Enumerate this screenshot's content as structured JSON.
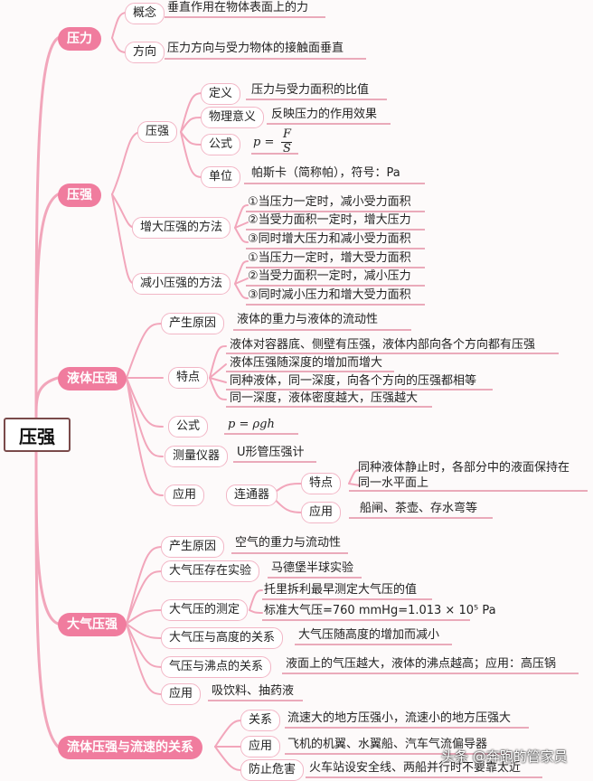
{
  "root": "压强",
  "branches": {
    "pressure": {
      "title": "压力",
      "concept_label": "概念",
      "concept_text": "垂直作用在物体表面上的力",
      "direction_label": "方向",
      "direction_text": "压力方向与受力物体的接触面垂直"
    },
    "press": {
      "title": "压强",
      "p_label": "压强",
      "def_label": "定义",
      "def_text": "压力与受力面积的比值",
      "phys_label": "物理意义",
      "phys_text": "反映压力的作用效果",
      "formula_label": "公式",
      "formula_p": "p =",
      "formula_num": "F",
      "formula_den": "S",
      "unit_label": "单位",
      "unit_text": "帕斯卡（简称帕），符号：Pa",
      "inc_label": "增大压强的方法",
      "inc_items": [
        "①当压力一定时，减小受力面积",
        "②当受力面积一定时，增大压力",
        "③同时增大压力和减小受力面积"
      ],
      "dec_label": "减小压强的方法",
      "dec_items": [
        "①当压力一定时，增大受力面积",
        "②当受力面积一定时，减小压力",
        "③同时减小压力和增大受力面积"
      ]
    },
    "liquid": {
      "title": "液体压强",
      "cause_label": "产生原因",
      "cause_text": "液体的重力与液体的流动性",
      "feat_label": "特点",
      "feat_items": [
        "液体对容器底、侧壁有压强，液体内部向各个方向都有压强",
        "液体压强随深度的增加而增大",
        "同种液体，同一深度，向各个方向的压强都相等",
        "同一深度，液体密度越大，压强越大"
      ],
      "formula_label": "公式",
      "formula_text": "p = ρgh",
      "instr_label": "测量仪器",
      "instr_text": "U形管压强计",
      "app_label": "应用",
      "vessel_label": "连通器",
      "vfeat_label": "特点",
      "vfeat_text1": "同种液体静止时，各部分中的液面保持在",
      "vfeat_text2": "同一水平面上",
      "vapp_label": "应用",
      "vapp_text": "船闸、茶壶、存水弯等"
    },
    "atmos": {
      "title": "大气压强",
      "cause_label": "产生原因",
      "cause_text": "空气的重力与流动性",
      "exist_label": "大气压存在实验",
      "exist_text": "马德堡半球实验",
      "measure_label": "大气压的测定",
      "measure_text1": "托里拆利最早测定大气压的值",
      "measure_text2": "标准大气压=760 mmHg=1.013 × 10⁵ Pa",
      "height_label": "大气压与高度的关系",
      "height_text": "大气压随高度的增加而减小",
      "boil_label": "气压与沸点的关系",
      "boil_text": "液面上的气压越大，液体的沸点越高；应用：高压锅",
      "app_label": "应用",
      "app_text": "吸饮料、抽药液"
    },
    "fluid": {
      "title": "流体压强与流速的关系",
      "rel_label": "关系",
      "rel_text": "流速大的地方压强小，流速小的地方压强大",
      "app_label": "应用",
      "app_text": "飞机的机翼、水翼船、汽车气流偏导器",
      "danger_label": "防止危害",
      "danger_text": "火车站设安全线、两船并行时不要靠太近"
    }
  },
  "watermark": "头条 @奔跑的管家员",
  "colors": {
    "branch": "#f07c9e",
    "link": "#f2a6bb",
    "underline": "#e07a95"
  }
}
